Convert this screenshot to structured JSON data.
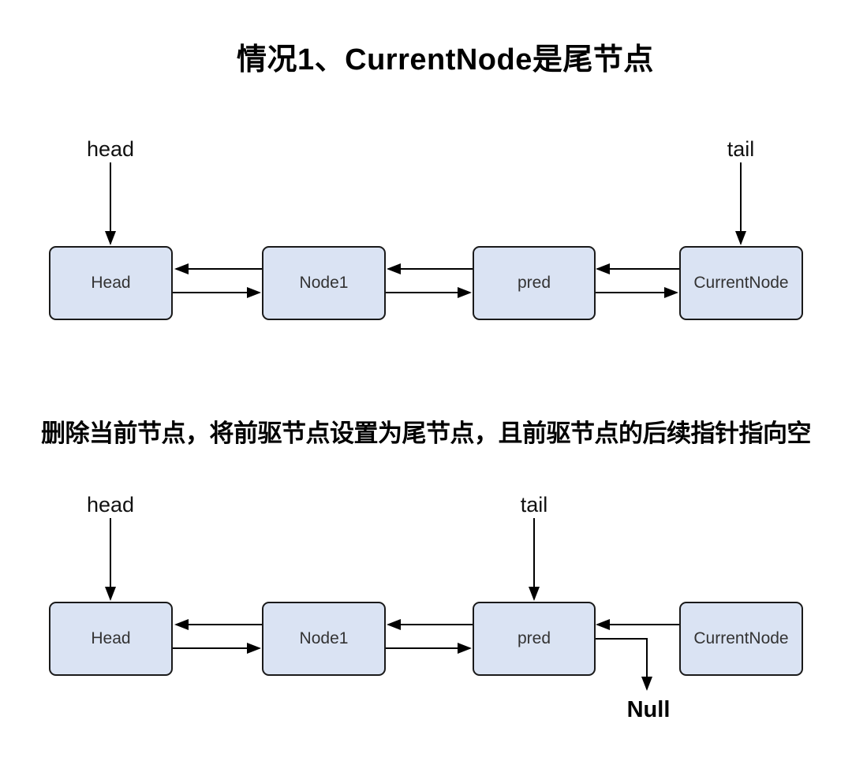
{
  "title": "情况1、CurrentNode是尾节点",
  "caption": "删除当前节点，将前驱节点设置为尾节点，且前驱节点的后续指针指向空",
  "colors": {
    "node_fill": "#dae3f3",
    "node_border": "#1a1a1a",
    "arrow": "#000000",
    "background": "#ffffff",
    "text": "#000000"
  },
  "before": {
    "head_pointer_label": "head",
    "tail_pointer_label": "tail",
    "nodes": [
      "Head",
      "Node1",
      "pred",
      "CurrentNode"
    ]
  },
  "after": {
    "head_pointer_label": "head",
    "tail_pointer_label": "tail",
    "nodes": [
      "Head",
      "Node1",
      "pred",
      "CurrentNode"
    ],
    "null_label": "Null"
  }
}
